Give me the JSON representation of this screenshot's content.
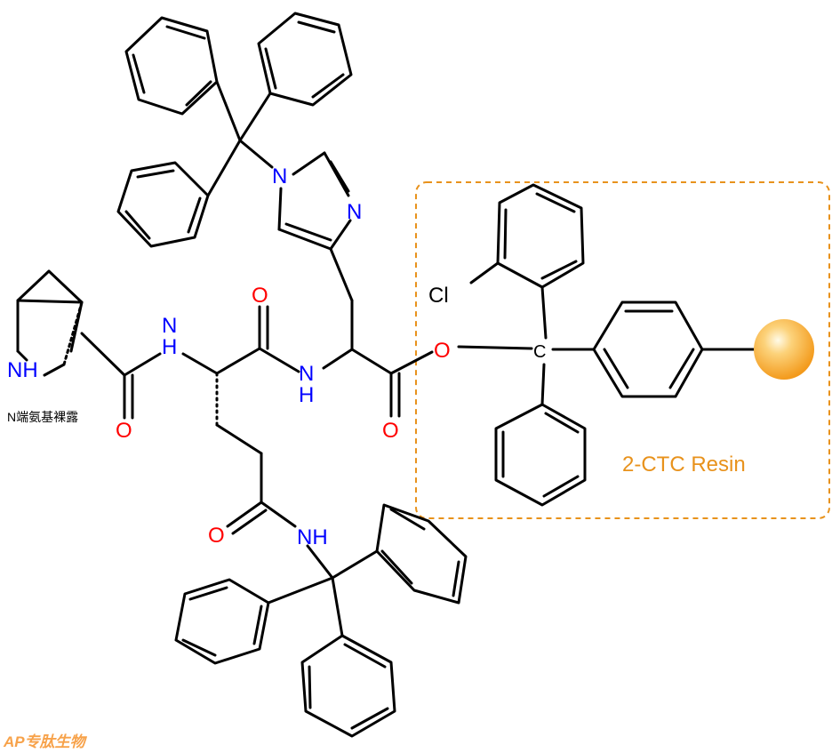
{
  "atoms": {
    "nh_pro": "NH",
    "n_top": "N",
    "n_im1": "N",
    "n_im2": "N",
    "h_amide1_n": "N",
    "h_amide1_h": "H",
    "h_amide2_n": "N",
    "h_amide2_h": "H",
    "nh_side": "NH",
    "o1": "O",
    "o2": "O",
    "o3": "O",
    "o4": "O",
    "o_ester": "O",
    "cl": "Cl",
    "c_center": "C"
  },
  "labels": {
    "resin": "2-CTC Resin",
    "n_terminus_note": "N端氨基裸露",
    "watermark": "AP专肽生物"
  },
  "colors": {
    "nitrogen": "#0000ff",
    "oxygen": "#ff0000",
    "bond": "#000000",
    "resin_box": "#e8921c",
    "resin_bead": "#f5a623",
    "watermark": "#f7a24a"
  }
}
